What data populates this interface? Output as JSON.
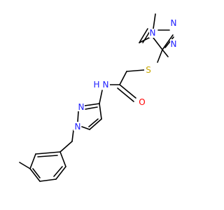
{
  "colors": {
    "background": "#ffffff",
    "bond": "#000000",
    "N": "#2020ff",
    "O": "#ff0000",
    "S": "#c8a800",
    "H": "#2020ff"
  },
  "atoms": {
    "n_methyl": {
      "text": "N",
      "element": "N"
    },
    "n_triazole_1": {
      "text": "N",
      "element": "N"
    },
    "n_triazole_2": {
      "text": "N",
      "element": "N"
    },
    "s_thioether": {
      "text": "S",
      "element": "S"
    },
    "o_carbonyl": {
      "text": "O",
      "element": "O"
    },
    "nh_amide": {
      "text": "N",
      "element": "N"
    },
    "h_amide": {
      "text": "H",
      "element": "H"
    },
    "n_pyrazole_2": {
      "text": "N",
      "element": "N"
    },
    "n_pyrazole_1": {
      "text": "N",
      "element": "N"
    }
  }
}
